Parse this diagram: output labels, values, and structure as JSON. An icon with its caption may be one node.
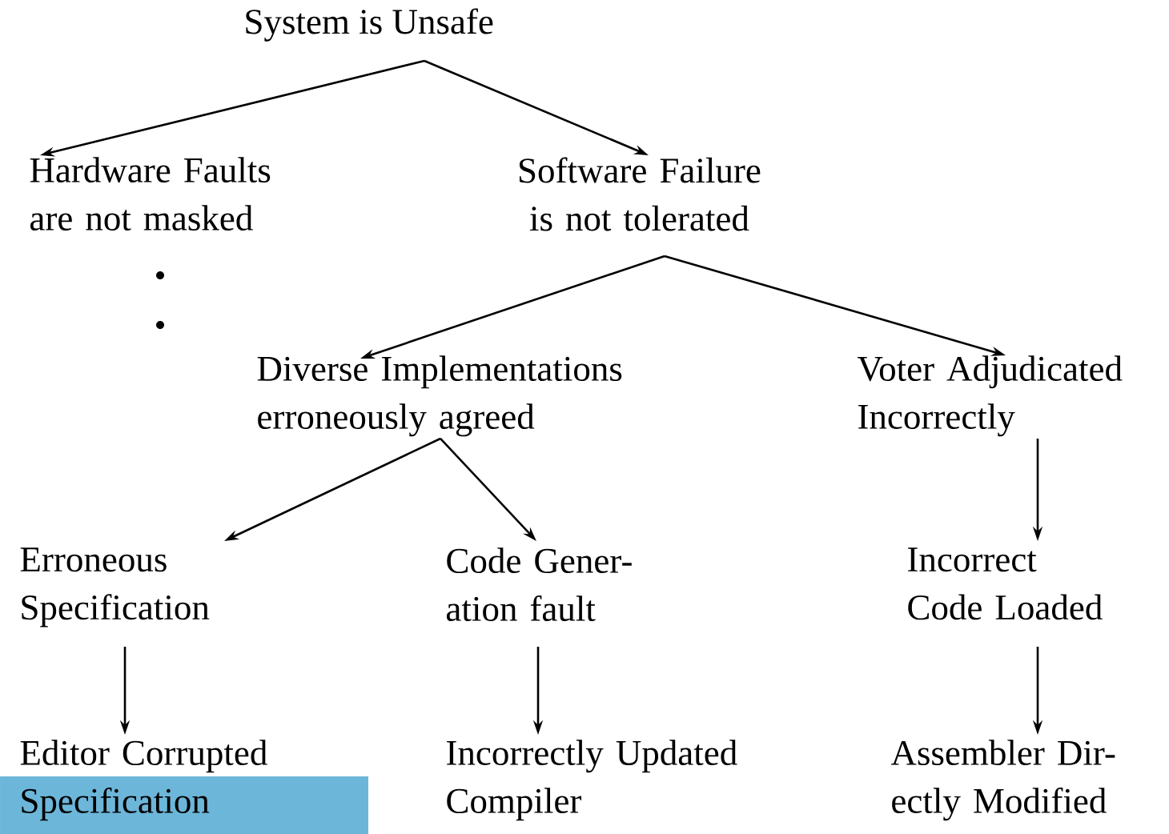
{
  "diagram": {
    "nodes": [
      {
        "text": [
          "System is Unsafe"
        ]
      },
      {
        "text": [
          "Hardware Faults are not masked"
        ]
      },
      {
        "text": [
          "Software Failure is not tolerated"
        ]
      },
      {
        "text": [
          "Diverse Implementations erroneously agreed"
        ]
      },
      {
        "text": [
          "Voter Adjudicated Incorrectly"
        ]
      },
      {
        "text": [
          "Erroneous Specification"
        ]
      },
      {
        "text": [
          "Code Gener- ation fault"
        ]
      },
      {
        "text": [
          "Incorrect Code Loaded"
        ]
      },
      {
        "text": [
          "Editor Corrupted Specification"
        ]
      },
      {
        "text": [
          "Incorrectly Updated Compiler"
        ]
      },
      {
        "text": [
          "Assembler Dir- ectly Modified"
        ]
      }
    ],
    "edges": [
      {
        "from": 0,
        "to": 1,
        "arrow": "to"
      },
      {
        "from": 0,
        "to": 2,
        "arrow": "to"
      },
      {
        "from": 2,
        "to": 3,
        "arrow": "to"
      },
      {
        "from": 2,
        "to": 4,
        "arrow": "to"
      },
      {
        "from": 3,
        "to": 5,
        "arrow": "to"
      },
      {
        "from": 3,
        "to": 6,
        "arrow": "to"
      },
      {
        "from": 4,
        "to": 7,
        "arrow": "to"
      },
      {
        "from": 5,
        "to": 8,
        "arrow": "to"
      },
      {
        "from": 6,
        "to": 9,
        "arrow": "to"
      },
      {
        "from": 7,
        "to": 10,
        "arrow": "to"
      }
    ]
  }
}
